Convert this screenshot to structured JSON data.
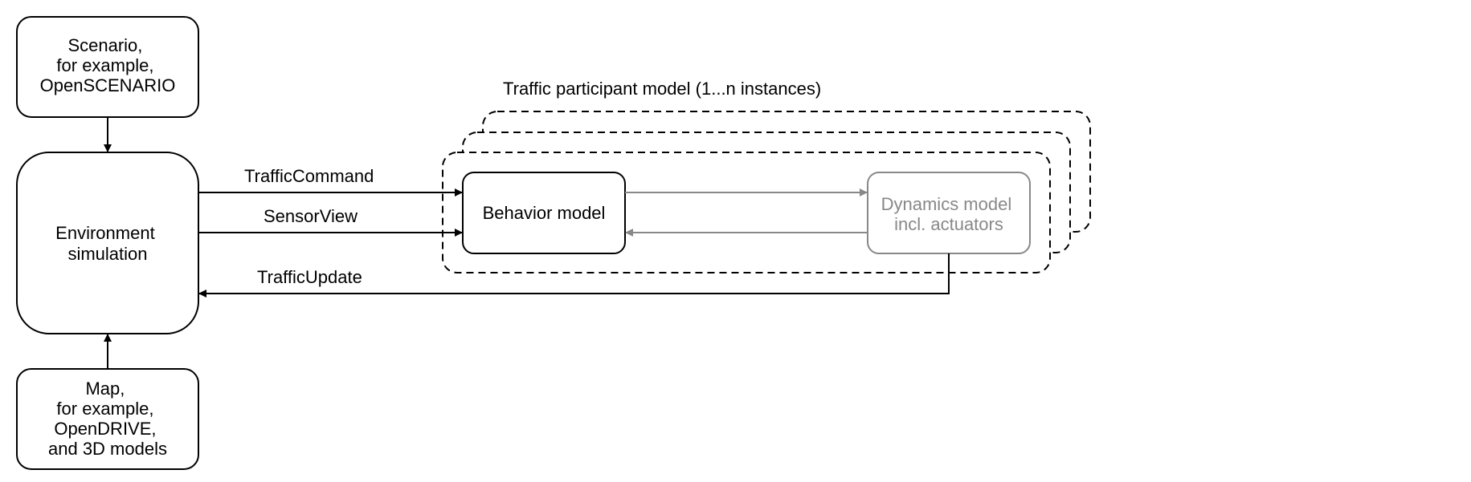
{
  "nodes": {
    "scenario": {
      "lines": [
        "Scenario,",
        "for example,",
        "OpenSCENARIO"
      ]
    },
    "environment": {
      "lines": [
        "Environment",
        "simulation"
      ]
    },
    "map": {
      "lines": [
        "Map,",
        "for example,",
        "OpenDRIVE,",
        "and 3D models"
      ]
    },
    "behavior": {
      "label": "Behavior model"
    },
    "dynamics": {
      "lines": [
        "Dynamics model",
        "incl. actuators"
      ]
    }
  },
  "group": {
    "label": "Traffic participant model (1...n instances)"
  },
  "edges": {
    "traffic_command": "TrafficCommand",
    "sensor_view": "SensorView",
    "traffic_update": "TrafficUpdate"
  },
  "colors": {
    "primary": "#000000",
    "secondary": "#888888",
    "background": "#ffffff"
  }
}
